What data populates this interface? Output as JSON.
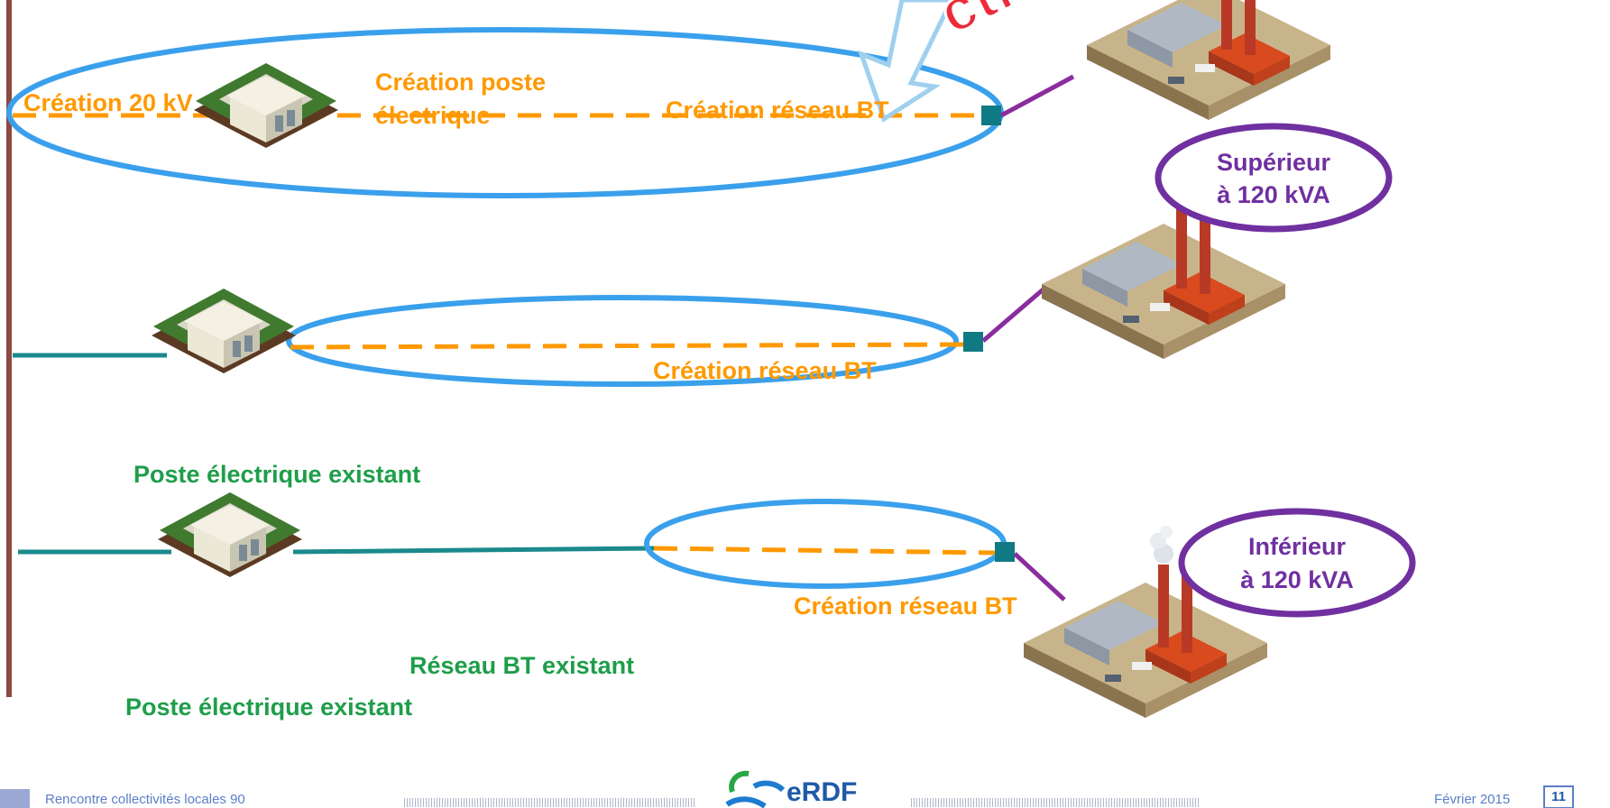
{
  "stamp": {
    "text": "ctivité a la"
  },
  "row1": {
    "label_20kv": "Création  20 kV",
    "label_poste_line1": "Création poste",
    "label_poste_line2": "électrique",
    "label_bt": "Création réseau  BT"
  },
  "row2": {
    "label_bt": "Création réseau  BT",
    "label_poste": "Poste  électrique existant"
  },
  "row3": {
    "label_bt": "Création réseau  BT",
    "label_reseau": "Réseau BT existant",
    "label_poste": "Poste  électrique existant"
  },
  "badges": {
    "superieur_line1": "Supérieur",
    "superieur_line2": "à 120 kVA",
    "inferieur_line1": "Inférieur",
    "inferieur_line2": "à 120 kVA"
  },
  "footer": {
    "left_text": "Rencontre collectivités locales 90",
    "logo_text": "eRDF",
    "date_text": "Février 2015",
    "page_number": "11"
  },
  "colors": {
    "new_network": "#ff9900",
    "existing_network": "#1a8a8c",
    "customer_link": "#8b2c9e",
    "ellipse": "#3aa0ec",
    "trunk": "#8b4a42",
    "badge": "#7030a0",
    "existing_label": "#1e9e4a"
  }
}
